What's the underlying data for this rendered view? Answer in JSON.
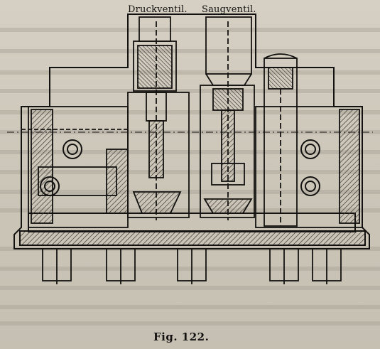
{
  "figure": {
    "labels": {
      "pressure_valve": "Druckventil.",
      "suction_valve": "Saugventil."
    },
    "caption": "Fig. 122."
  },
  "colors": {
    "paper": "#d3cdc1",
    "ink": "#141210",
    "hatch": "#3a3630"
  }
}
